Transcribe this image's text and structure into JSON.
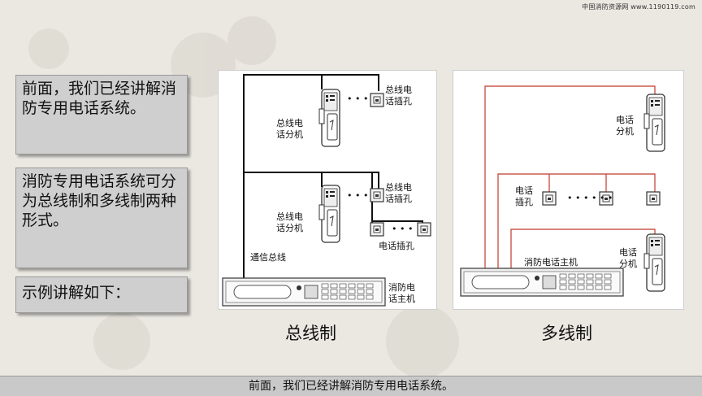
{
  "watermark": "中国消防资源网 www.1190119.com",
  "text_boxes": [
    "前面，我们已经讲解消防专用电话系统。",
    "消防专用电话系统可分为总线制和多线制两种形式。",
    "示例讲解如下："
  ],
  "bus_diagram": {
    "caption": "总线制",
    "labels": {
      "bus_ext_1": [
        "总线电",
        "话分机"
      ],
      "bus_jack_1": [
        "总线电",
        "话插孔"
      ],
      "bus_ext_2": [
        "总线电",
        "话分机"
      ],
      "bus_jack_2": [
        "总线电",
        "话插孔"
      ],
      "phone_jack": "电话插孔",
      "comm_bus": "通信总线",
      "host": [
        "消防电",
        "话主机"
      ]
    }
  },
  "multi_diagram": {
    "caption": "多线制",
    "labels": {
      "ext_1": [
        "电话",
        "分机"
      ],
      "jack": [
        "电话",
        "插孔"
      ],
      "host": "消防电话主机",
      "ext_2": [
        "电话",
        "分机"
      ]
    }
  },
  "ellipsis": "• • •",
  "ellipsis_long": "• • • • • •",
  "subtitle": "前面，我们已经讲解消防专用电话系统。",
  "colors": {
    "bus_line": "#111111",
    "multi_line": "#c0392b",
    "box_bg": "#cfcfcf"
  }
}
